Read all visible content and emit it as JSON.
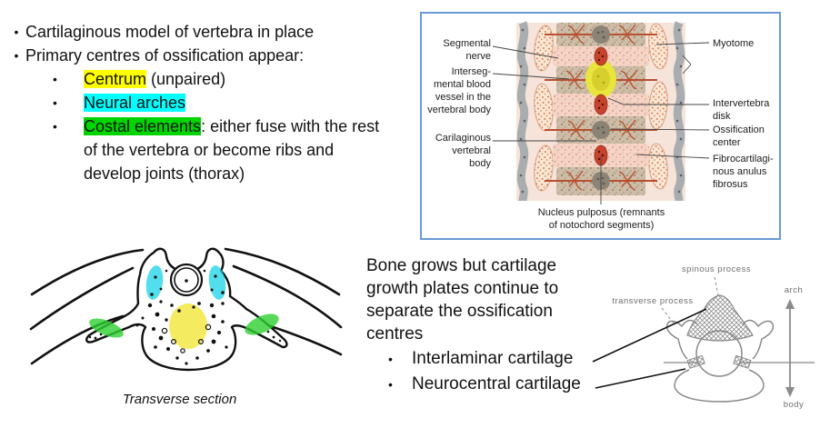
{
  "bullet_glyph": "•",
  "colors": {
    "highlight_yellow": "#ffff00",
    "highlight_cyan": "#00ffff",
    "highlight_green": "#00d500",
    "figure_border_blue": "#6a9ad8"
  },
  "left_panel": {
    "item1": "Cartilaginous model of vertebra in place",
    "item2": "Primary centres of ossification appear:",
    "sub_items": [
      {
        "highlight": "Centrum",
        "rest": " (unpaired)"
      },
      {
        "highlight": "Neural arches",
        "rest": ""
      },
      {
        "highlight": "Costal elements",
        "rest": ": either fuse with the rest of the vertebra or become ribs and develop joints (thorax)"
      }
    ]
  },
  "embryo_figure": {
    "labels_left": [
      {
        "text": "Segmental\nnerve"
      },
      {
        "text": "Interseg-\nmental blood\nvessel in the\nvertebral body"
      },
      {
        "text": "Carilaginous\nvertebral\nbody"
      }
    ],
    "labels_right": [
      {
        "text": "Myotome"
      },
      {
        "text": "Intervertebra\ndisk"
      },
      {
        "text": "Ossification\ncenter"
      },
      {
        "text": "Fibrocartilagi-\nnous anulus\nfibrosus"
      }
    ],
    "caption": "Nucleus pulposus (remnants\nof notochord segments)"
  },
  "transverse_figure": {
    "caption": "Transverse section"
  },
  "growth_panel": {
    "paragraph": "Bone grows but cartilage growth plates continue to separate the ossification centres",
    "items": [
      "Interlaminar cartilage",
      "Neurocentral cartilage"
    ]
  },
  "vertebra_figure": {
    "spinous_label": "spinous process",
    "transverse_label": "transverse process",
    "arch_label": "arch",
    "body_label": "body"
  }
}
